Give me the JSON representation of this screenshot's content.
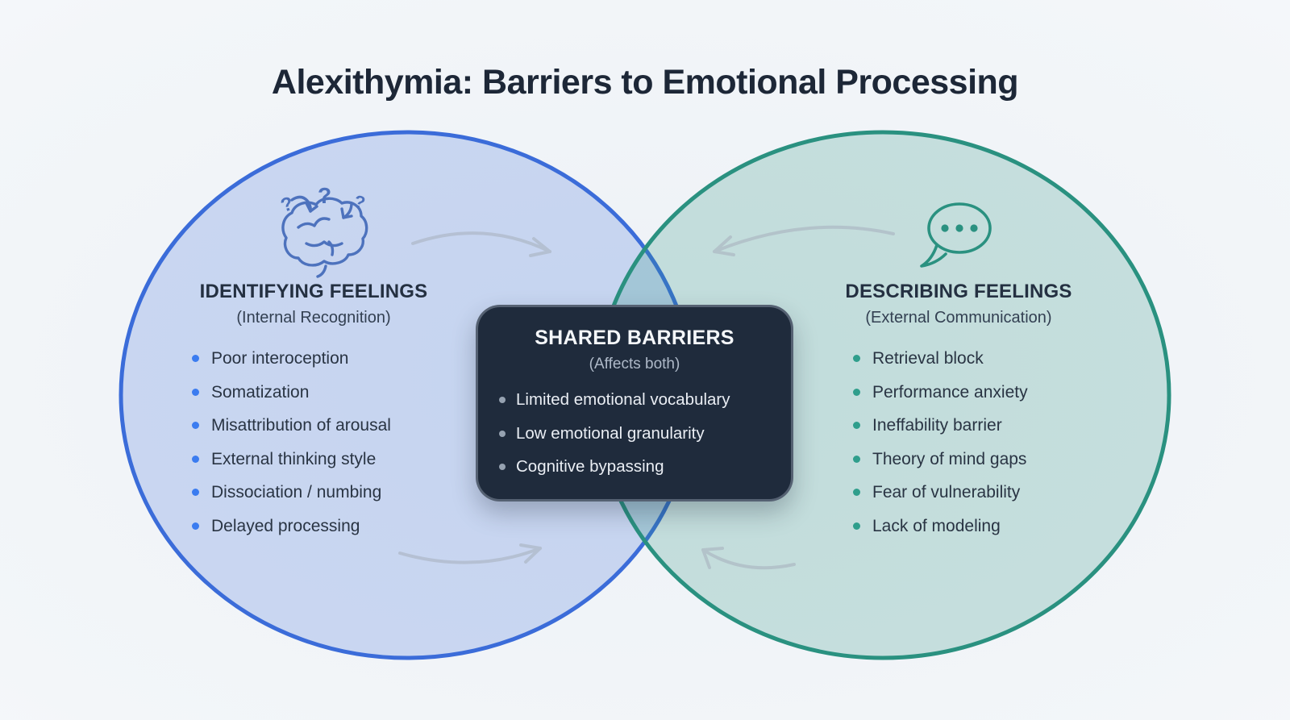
{
  "title": "Alexithymia: Barriers to Emotional Processing",
  "left_set": {
    "heading": "IDENTIFYING FEELINGS",
    "subheading": "(Internal Recognition)",
    "items": [
      "Poor interoception",
      "Somatization",
      "Misattribution of arousal",
      "External thinking style",
      "Dissociation / numbing",
      "Delayed processing"
    ],
    "icon": "brain-question-icon",
    "circle_stroke": "#3b6cd9",
    "circle_fill": "#ccd8f3",
    "bullet_color": "#3b7cf0"
  },
  "center_set": {
    "heading": "SHARED BARRIERS",
    "subheading": "(Affects both)",
    "items": [
      "Limited emotional vocabulary",
      "Low emotional granularity",
      "Cognitive bypassing"
    ],
    "box_background": "#1f2b3c",
    "bullet_color": "#96a2b1"
  },
  "right_set": {
    "heading": "DESCRIBING FEELINGS",
    "subheading": "(External Communication)",
    "items": [
      "Retrieval block",
      "Performance anxiety",
      "Ineffability barrier",
      "Theory of mind gaps",
      "Fear of vulnerability",
      "Lack of modeling"
    ],
    "icon": "speech-bubble-icon",
    "circle_stroke": "#2a9180",
    "circle_fill": "#cfe2da",
    "bullet_color": "#2f9e8c"
  },
  "arrow_color": "#a9b3bf"
}
